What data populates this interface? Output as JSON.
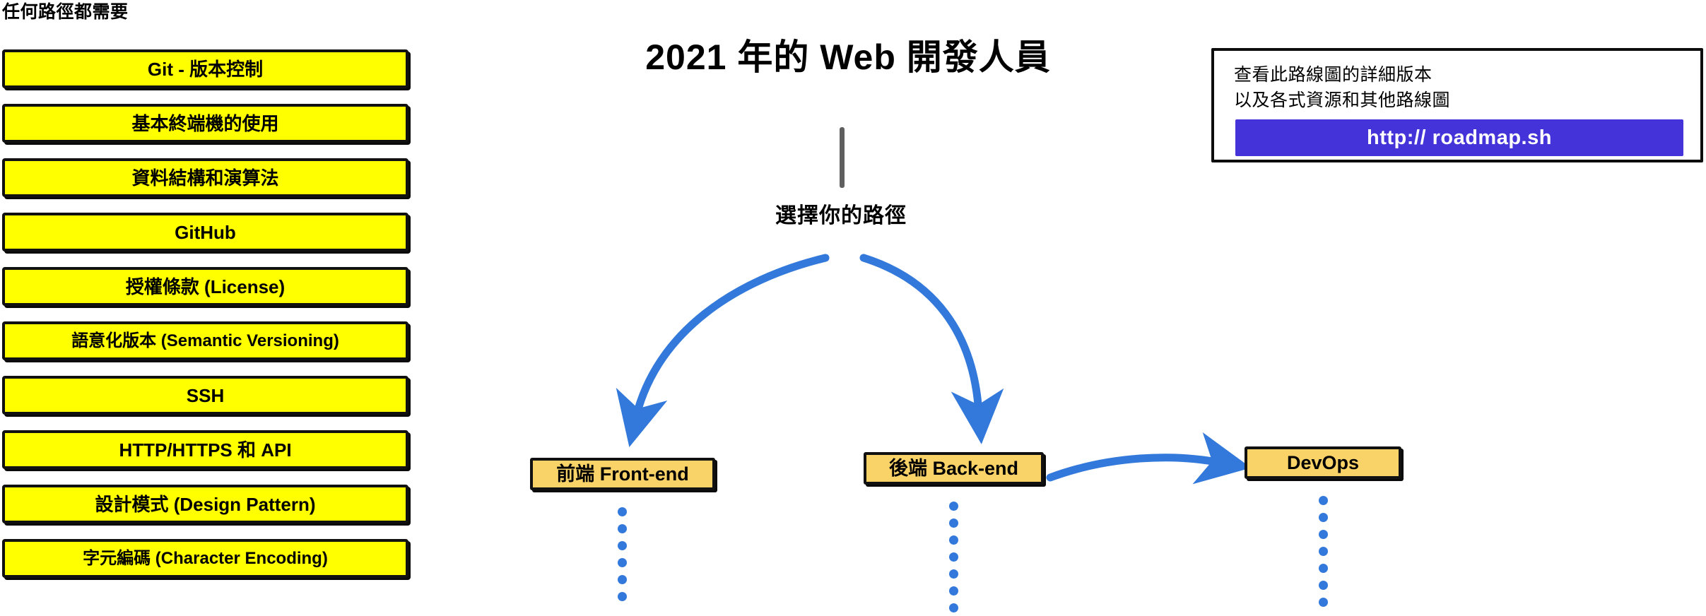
{
  "sidebar": {
    "heading": "任何路徑都需要",
    "items": [
      {
        "label": "Git - 版本控制"
      },
      {
        "label": "基本終端機的使用"
      },
      {
        "label": "資料結構和演算法"
      },
      {
        "label": "GitHub"
      },
      {
        "label": "授權條款 (License)"
      },
      {
        "label": "語意化版本 (Semantic Versioning)"
      },
      {
        "label": "SSH"
      },
      {
        "label": "HTTP/HTTPS 和 API"
      },
      {
        "label": "設計模式 (Design Pattern)"
      },
      {
        "label": "字元編碼 (Character Encoding)"
      }
    ]
  },
  "main": {
    "title": "2021 年的 Web 開發人員",
    "choose_path_label": "選擇你的路徑",
    "nodes": [
      {
        "id": "frontend",
        "label": "前端 Front-end"
      },
      {
        "id": "backend",
        "label": "後端 Back-end"
      },
      {
        "id": "devops",
        "label": "DevOps"
      }
    ]
  },
  "info_card": {
    "lines": [
      "查看此路線圖的詳細版本",
      "以及各式資源和其他路線圖"
    ],
    "button_label": "http:// roadmap.sh"
  },
  "colors": {
    "skill_box_fill": "#ffff00",
    "node_fill": "#f9d368",
    "arrow_blue": "#3279db",
    "trunk_gray": "#5f5f5f",
    "button_purple": "#4333d8",
    "outline_black": "#111111",
    "page_background": "#ffffff"
  }
}
